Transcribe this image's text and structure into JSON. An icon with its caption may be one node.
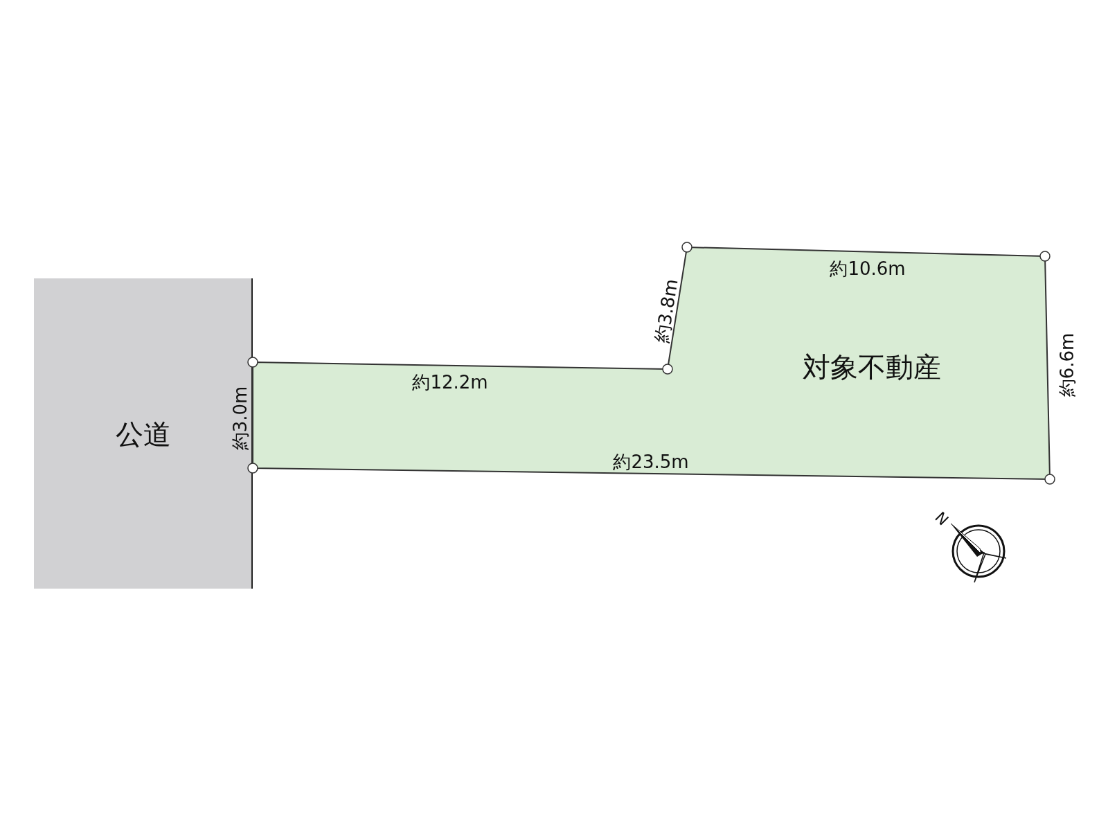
{
  "diagram": {
    "nodes": [
      {
        "text": [
          "公道"
        ]
      },
      {
        "text": [
          "対象不動産"
        ]
      }
    ],
    "labels": [
      "約3.0m",
      "約12.2m",
      "約3.8m",
      "約10.6m",
      "約6.6m",
      "約23.5m",
      "N"
    ]
  }
}
